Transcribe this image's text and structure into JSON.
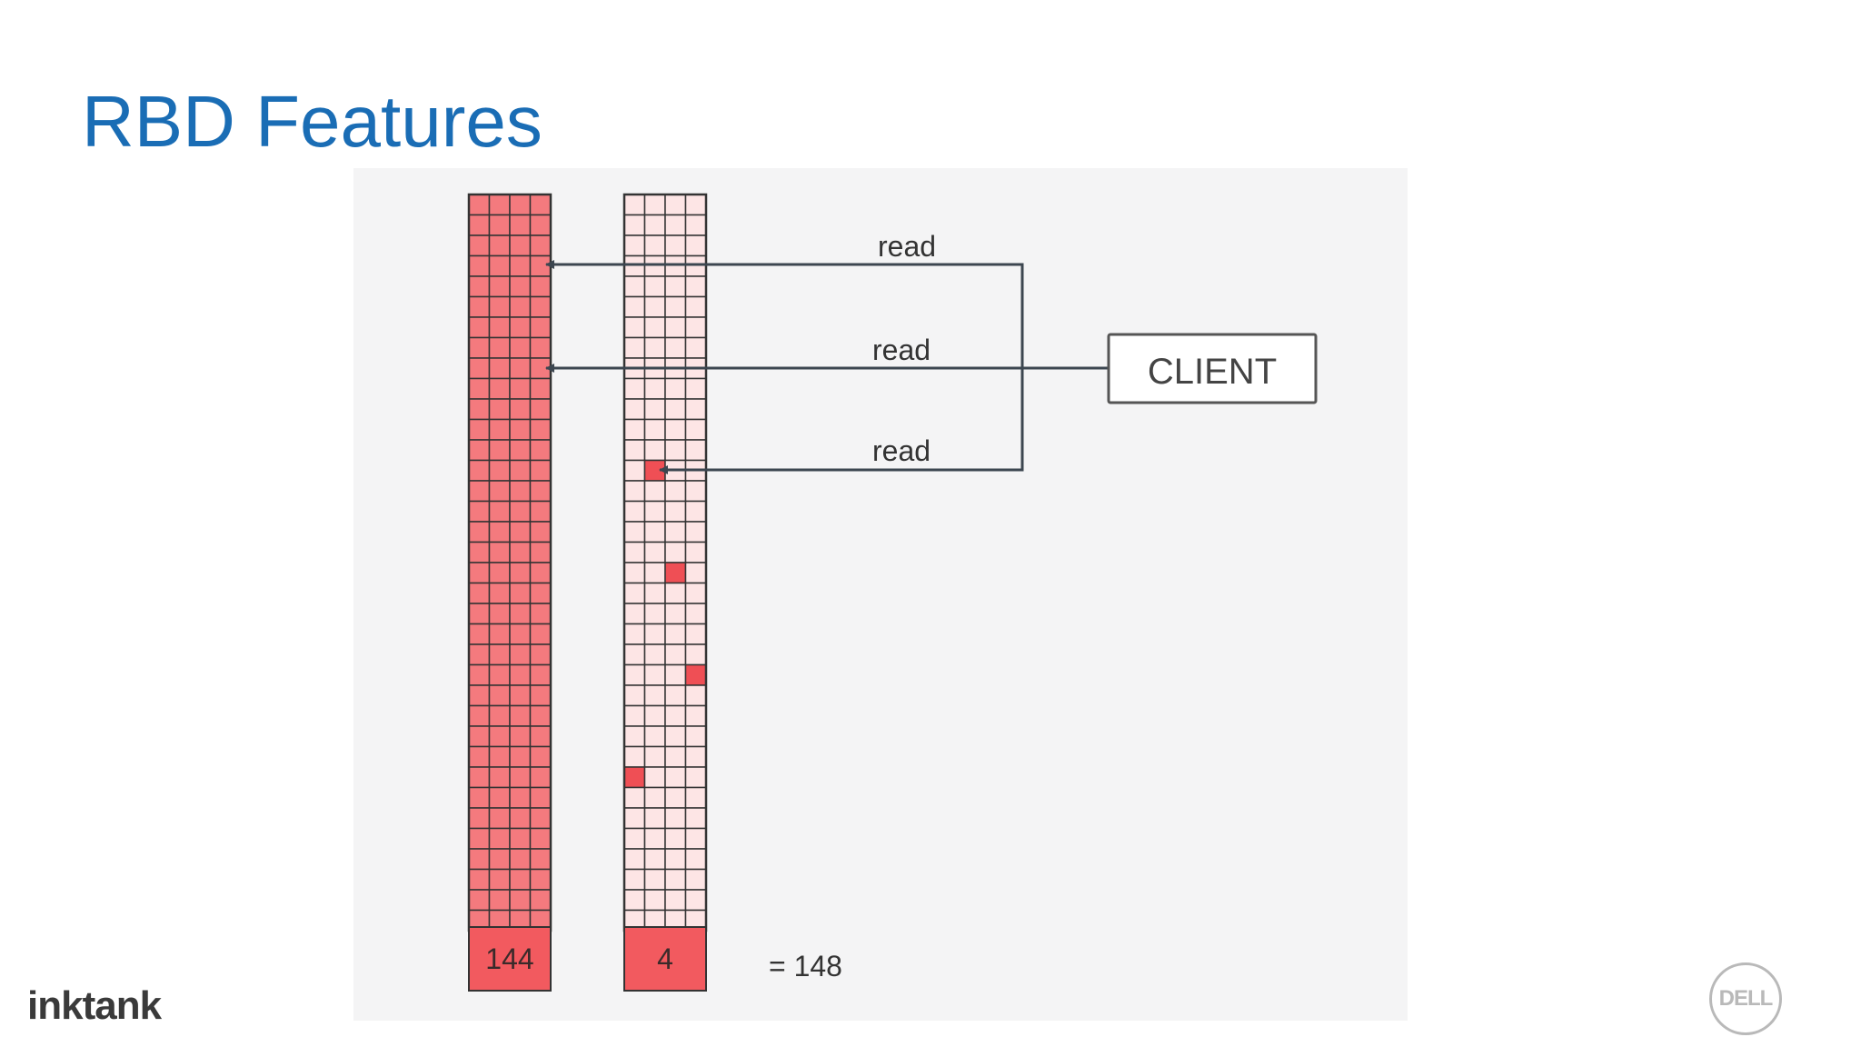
{
  "slide": {
    "title": "RBD Features"
  },
  "diagram": {
    "labels": {
      "read_top": "read",
      "read_middle": "read",
      "read_bottom": "read",
      "client": "CLIENT",
      "parent_count": "144",
      "clone_count": "4",
      "total": "= 148"
    },
    "colors": {
      "parent_fill": "#f47a7e",
      "clone_fill": "#fde5e5",
      "written_block": "#ef4f55",
      "grid_line": "#333333",
      "count_fill": "#f25a5f",
      "arrow": "#3c4650"
    }
  },
  "footer": {
    "brand_logo": "inktank",
    "partner_logo": "DELL"
  }
}
